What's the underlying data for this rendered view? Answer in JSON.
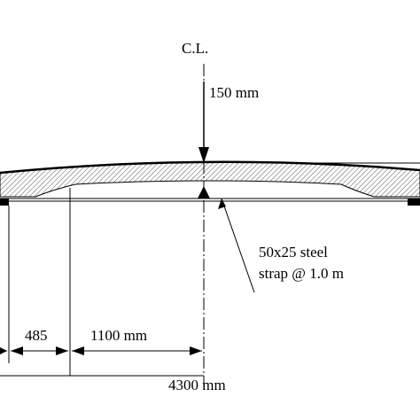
{
  "diagram": {
    "centerline_label": "C.L.",
    "load_label": "150 mm",
    "strap_label_line1": "50x25 steel",
    "strap_label_line2": "strap @ 1.0 m",
    "dim_485": "485",
    "dim_1100": "1100 mm",
    "dim_4300": "4300 mm",
    "colors": {
      "ink": "#000000",
      "hatch": "#555555",
      "background": "#ffffff"
    }
  }
}
